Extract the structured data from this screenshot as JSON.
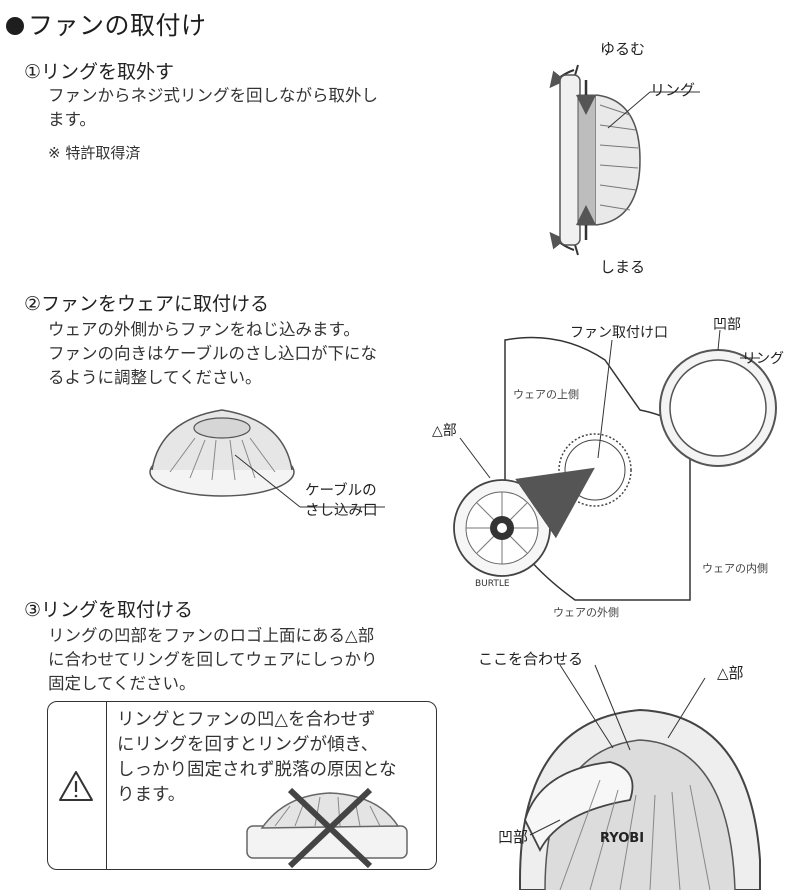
{
  "title": "ファンの取付け",
  "steps": [
    {
      "heading": "①リングを取外す",
      "lines": [
        "ファンからネジ式リングを回しながら取外し",
        "ます。"
      ],
      "note": "※ 特許取得済"
    },
    {
      "heading": "②ファンをウェアに取付ける",
      "lines": [
        "ウェアの外側からファンをねじ込みます。",
        "ファンの向きはケーブルのさし込口が下にな",
        "るように調整してください。"
      ]
    },
    {
      "heading": "③リングを取付ける",
      "lines": [
        "リングの凹部をファンのロゴ上面にある△部",
        "に合わせてリングを回してウェアにしっかり",
        "固定してください。"
      ]
    }
  ],
  "warning": {
    "icon": "warning-triangle-icon",
    "lines": [
      "リングとファンの凹△を合わせず",
      "にリングを回すとリングが傾き、",
      "しっかり固定されず脱落の原因とな",
      "ります。"
    ]
  },
  "diagram1": {
    "loosen": "ゆるむ",
    "ring": "リング",
    "tighten": "しまる"
  },
  "diagram2": {
    "cable_label": [
      "ケーブルの",
      "さし込み口"
    ],
    "fan_mount": "ファン取付け口",
    "recess": "凹部",
    "ring": "リング",
    "triangle": "△部",
    "wear_top": "ウェアの上側",
    "wear_inside": "ウェアの内側",
    "wear_outside": "ウェアの外側",
    "brand": "BURTLE"
  },
  "diagram3": {
    "align": "ここを合わせる",
    "triangle": "△部",
    "recess": "凹部",
    "brand": "RYOBI"
  }
}
